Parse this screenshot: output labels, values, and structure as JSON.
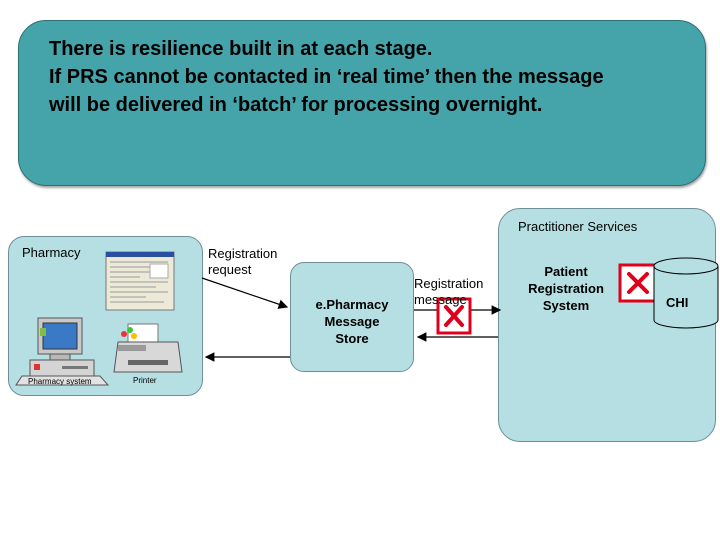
{
  "callout": {
    "line1": "There is resilience built in at each stage.",
    "line2": "If PRS cannot be contacted in ‘real time’ then the message",
    "line3": "will be delivered in ‘batch’ for processing overnight."
  },
  "pharmacy": {
    "title": "Pharmacy",
    "system_label": "Pharmacy system",
    "printer_label": "Printer"
  },
  "flow": {
    "registration_request": [
      "Registration",
      "request"
    ],
    "epharmacy_store": [
      "e.Pharmacy",
      "Message",
      "Store"
    ],
    "registration_message": [
      "Registration",
      "message"
    ]
  },
  "practitioner": {
    "title": "Practitioner Services",
    "prs": [
      "Patient",
      "Registration",
      "System"
    ],
    "chi": "CHI"
  },
  "colors": {
    "callout": "#44A4AA",
    "panel": "#B5DFE2",
    "error": "#E0001B"
  }
}
